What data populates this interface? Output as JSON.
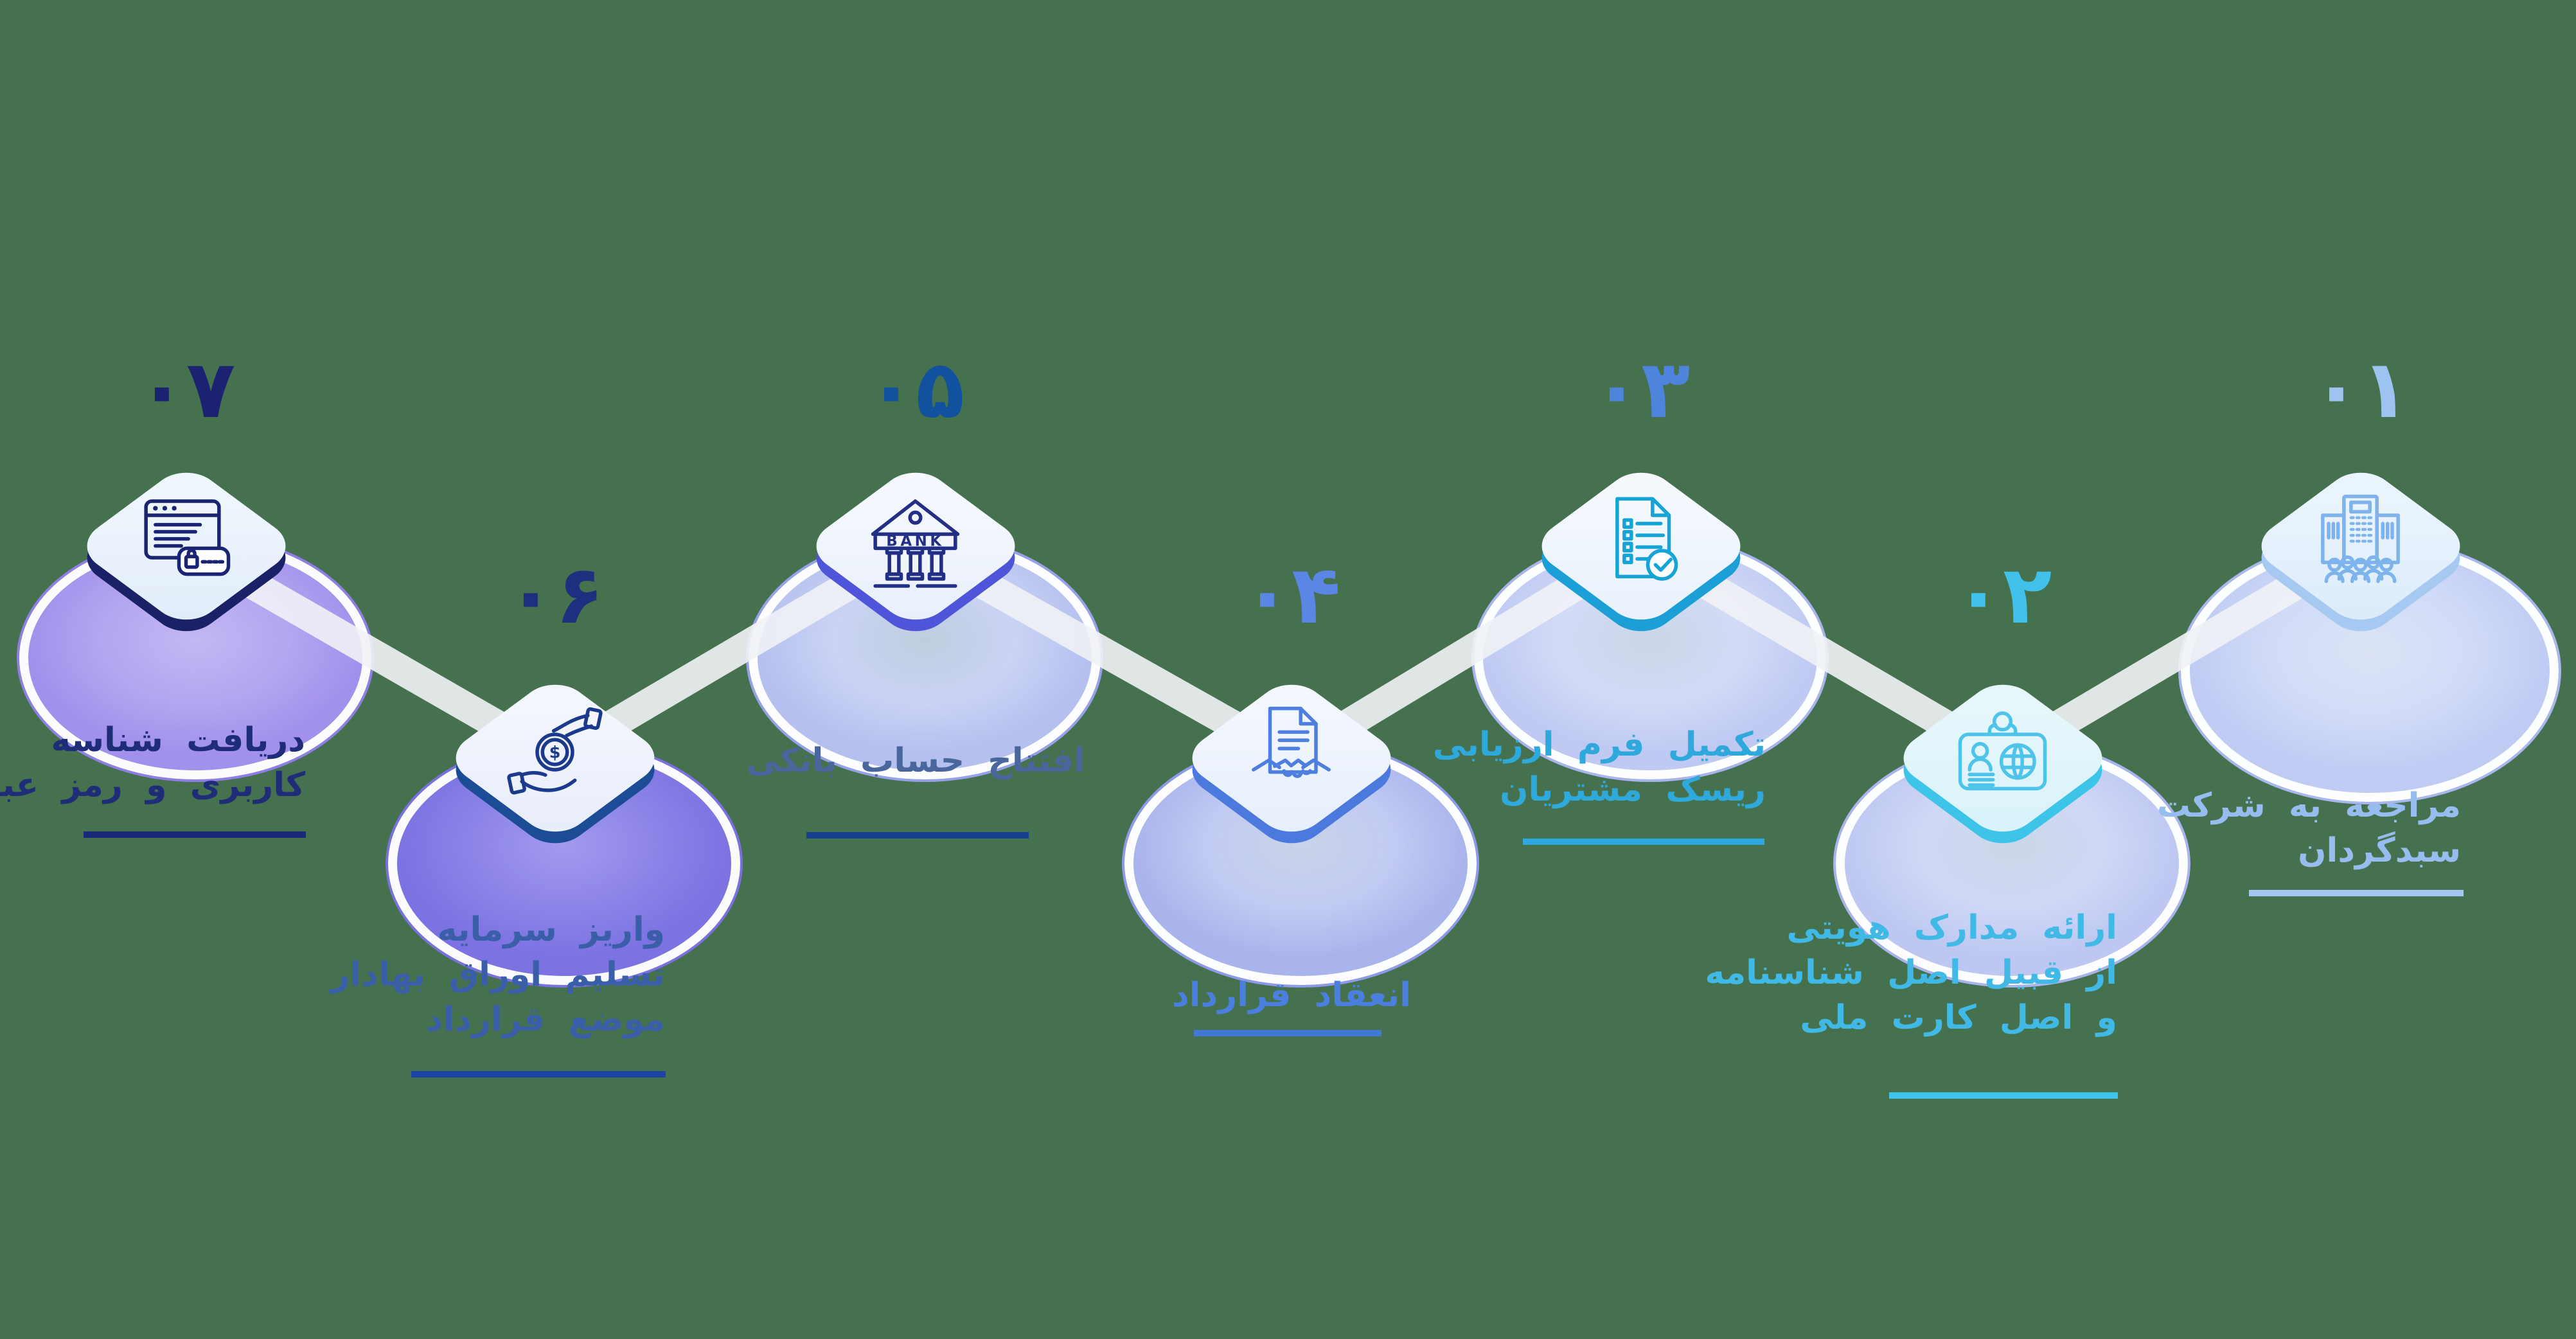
{
  "background_color": "#46714E",
  "connector_color": "#F1F2F6",
  "direction": "rtl",
  "steps": [
    {
      "number": "۰۱",
      "title_lines": [
        "مراجعه به شرکت",
        "سبدگردان"
      ],
      "icon": "company-building-icon",
      "colors": {
        "number": "#9DC3F0",
        "icon_color": "#7FB3EC",
        "accent": "#A6C9F2",
        "text": "#97BCEF",
        "underline": "#A3C6F2",
        "face": "#EAF4FD",
        "face2": "#DCEBFA",
        "glow_center": "#DAE3F4",
        "glow_mid": "#D2DCF8",
        "glow_outer": "#BFCBF3",
        "ring": "#AAB6EE"
      }
    },
    {
      "number": "۰۲",
      "title_lines": [
        "ارائه مدارک هویتی",
        "از قبیل اصل شناسنامه",
        "و اصل کارت ملی"
      ],
      "icon": "id-card-icon",
      "colors": {
        "number": "#41C1E9",
        "icon_color": "#4FC4EA",
        "accent": "#3EC3E9",
        "text": "#41B9E6",
        "underline": "#3EC3EA",
        "face": "#E6F7FB",
        "face2": "#D8F2FA",
        "glow_center": "#CBD7E8",
        "glow_mid": "#D0D8F6",
        "glow_outer": "#BDC7F1",
        "ring": "#A9B4EE"
      }
    },
    {
      "number": "۰۳",
      "title_lines": [
        "تکمیل فرم ارزیابی",
        "ریسک مشتریان"
      ],
      "icon": "risk-assessment-form-icon",
      "colors": {
        "number": "#4E84DC",
        "icon_color": "#16A3D6",
        "accent": "#1C9FD6",
        "text": "#2FA9DC",
        "underline": "#2DA8DE",
        "face": "#F5F9FE",
        "face2": "#E8F0FB",
        "glow_center": "#C9D6E6",
        "glow_mid": "#D3DBF7",
        "glow_outer": "#BFC9F2",
        "ring": "#A9B4EE"
      }
    },
    {
      "number": "۰۴",
      "title_lines": [
        "انعقاد قرارداد"
      ],
      "icon": "contract-handshake-icon",
      "colors": {
        "number": "#5B86E6",
        "icon_color": "#4E7EE0",
        "accent": "#4C79DE",
        "text": "#4B7FDE",
        "underline": "#4178D8",
        "face": "#F3F7FE",
        "face2": "#E6EEFB",
        "glow_center": "#C8D3E8",
        "glow_mid": "#C2CBF2",
        "glow_outer": "#A9B4EC",
        "ring": "#8E9AE8"
      }
    },
    {
      "number": "۰۵",
      "title_lines": [
        "افتتاح حساب بانکی"
      ],
      "icon": "bank-icon",
      "colors": {
        "number": "#11519E",
        "icon_color": "#232E85",
        "accent": "#4E55D8",
        "text": "#49679C",
        "underline": "#173F8F",
        "face": "#F5F8FE",
        "face2": "#E8EFFB",
        "glow_center": "#BECDDE",
        "glow_mid": "#CAD3F4",
        "glow_outer": "#B5C0EF",
        "ring": "#96A1EA"
      }
    },
    {
      "number": "۰۶",
      "title_lines": [
        "واریز سرمایه",
        "تسلیم اوراق بهادار",
        "موضع قرارداد"
      ],
      "icon": "deposit-hands-coin-icon",
      "colors": {
        "number": "#1D2F7E",
        "icon_color": "#1B3A8C",
        "accent": "#1C4C96",
        "text": "#3A5FA8",
        "underline": "#1D44A4",
        "face": "#F4F6FD",
        "face2": "#E7ECFA",
        "glow_center": "#A29AEE",
        "glow_mid": "#8D84E8",
        "glow_outer": "#7C72E2",
        "ring": "#7A70E0"
      }
    },
    {
      "number": "۰۷",
      "title_lines": [
        "دریافت شناسه",
        "کاربری و رمز عبور"
      ],
      "icon": "login-credentials-icon",
      "colors": {
        "number": "#1B2272",
        "icon_color": "#1B2472",
        "accent": "#1A2166",
        "text": "#1F2C78",
        "underline": "#1B2979",
        "face": "#EFF6FD",
        "face2": "#E1ECF9",
        "glow_center": "#C3B7F3",
        "glow_mid": "#B4A6F0",
        "glow_outer": "#A291EC",
        "ring": "#8F7EE6"
      }
    }
  ]
}
